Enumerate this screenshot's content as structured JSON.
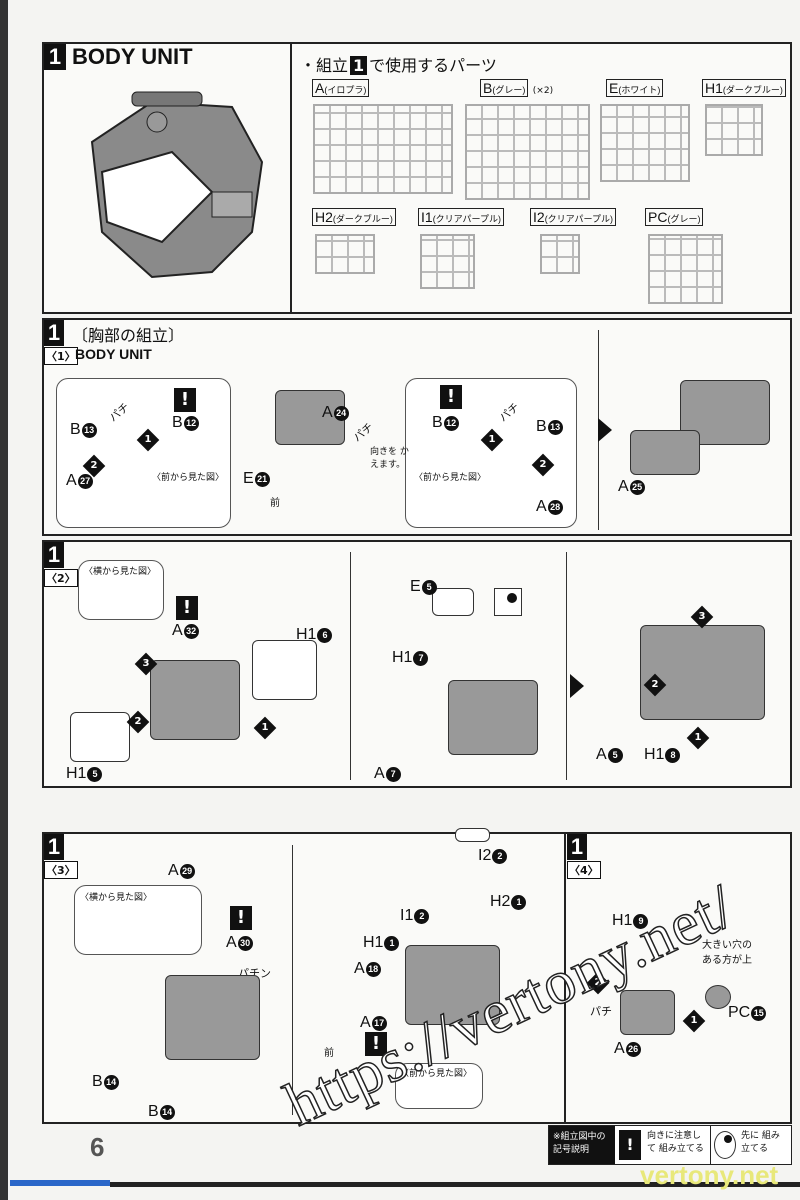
{
  "header": {
    "step_num": "1",
    "title": "BODY UNIT"
  },
  "parts": {
    "title_pre": "・組立",
    "title_num": "1",
    "title_post": "で使用するパーツ",
    "b_multiplier": "(×2)",
    "runners": [
      {
        "key": "A",
        "color": "(イロプラ)"
      },
      {
        "key": "B",
        "color": "(グレー)"
      },
      {
        "key": "E",
        "color": "(ホワイト)"
      },
      {
        "key": "H1",
        "color": "(ダークブルー)"
      },
      {
        "key": "H2",
        "color": "(ダークブルー)"
      },
      {
        "key": "I1",
        "color": "(クリアパープル)"
      },
      {
        "key": "I2",
        "color": "(クリアパープル)"
      },
      {
        "key": "PC",
        "color": "(グレー)"
      }
    ]
  },
  "step1": {
    "num": "1",
    "title": "〔胸部の組立〕",
    "sub": "〈1〉",
    "subtitle": "BODY UNIT",
    "front_view": "〈前から見た図〉",
    "turn_note": "向きを かえます。",
    "front": "前",
    "pachi": "パチ"
  },
  "step2": {
    "num": "1",
    "sub": "〈2〉",
    "side_view": "〈横から見た図〉"
  },
  "step3": {
    "num": "1",
    "sub": "〈3〉",
    "side_view": "〈横から見た図〉",
    "front_view": "〈前から見た図〉",
    "front": "前",
    "pachi": "パチン"
  },
  "step4": {
    "num": "1",
    "sub": "〈4〉",
    "hole_note": "大きい穴の ある方が上",
    "pachi": "パチ"
  },
  "labels": [
    {
      "p": "B",
      "n": "12"
    },
    {
      "p": "B",
      "n": "13"
    },
    {
      "p": "A",
      "n": "27"
    },
    {
      "p": "A",
      "n": "24"
    },
    {
      "p": "E",
      "n": "21"
    },
    {
      "p": "B",
      "n": "12"
    },
    {
      "p": "B",
      "n": "13"
    },
    {
      "p": "A",
      "n": "28"
    },
    {
      "p": "A",
      "n": "25"
    },
    {
      "p": "A",
      "n": "32"
    },
    {
      "p": "H1",
      "n": "6"
    },
    {
      "p": "H1",
      "n": "5"
    },
    {
      "p": "E",
      "n": "5"
    },
    {
      "p": "H1",
      "n": "7"
    },
    {
      "p": "A",
      "n": "7"
    },
    {
      "p": "A",
      "n": "5"
    },
    {
      "p": "H1",
      "n": "8"
    },
    {
      "p": "A",
      "n": "29"
    },
    {
      "p": "A",
      "n": "30"
    },
    {
      "p": "B",
      "n": "14"
    },
    {
      "p": "B",
      "n": "14"
    },
    {
      "p": "I2",
      "n": "2"
    },
    {
      "p": "H2",
      "n": "1"
    },
    {
      "p": "I1",
      "n": "2"
    },
    {
      "p": "H1",
      "n": "1"
    },
    {
      "p": "A",
      "n": "18"
    },
    {
      "p": "A",
      "n": "17"
    },
    {
      "p": "H1",
      "n": "9"
    },
    {
      "p": "PC",
      "n": "15"
    },
    {
      "p": "A",
      "n": "26"
    }
  ],
  "footer": {
    "page": "6",
    "legend_title": "※組立図中の 記号説明",
    "legend_warn": "向きに注意して 組み立てる",
    "legend_first": "先に 組み立てる"
  },
  "watermarks": {
    "diagonal": "https://vertony.net/",
    "corner": "vertony.net"
  }
}
